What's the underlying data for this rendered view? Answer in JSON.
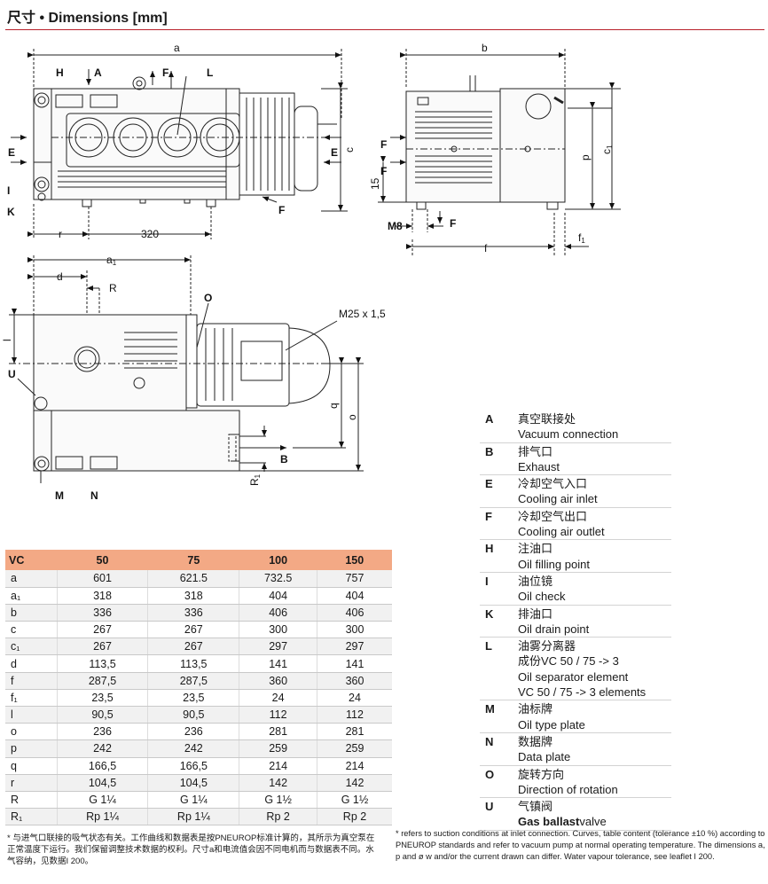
{
  "title": "尺寸 • Dimensions [mm]",
  "drawing_labels": {
    "a": "a",
    "b": "b",
    "c": "c",
    "c1": "c",
    "c1_sub": "1",
    "p": "p",
    "f": "f",
    "f1": "f",
    "f1_sub": "1",
    "r": "r",
    "d320": "320",
    "d15": "15",
    "m8": "M8",
    "a1": "a",
    "a1_sub": "1",
    "d": "d",
    "R": "R",
    "l": "l",
    "q": "q",
    "o": "o",
    "R1": "R",
    "R1_sub": "1",
    "thread": "M25 x 1,5",
    "H": "H",
    "A": "A",
    "F": "F",
    "L": "L",
    "E": "E",
    "I": "I",
    "K": "K",
    "O": "O",
    "U": "U",
    "B": "B",
    "M": "M",
    "N": "N"
  },
  "table": {
    "headers": [
      "VC",
      "50",
      "75",
      "100",
      "150"
    ],
    "rows": [
      [
        "a",
        "601",
        "621.5",
        "732.5",
        "757"
      ],
      [
        "a₁",
        "318",
        "318",
        "404",
        "404"
      ],
      [
        "b",
        "336",
        "336",
        "406",
        "406"
      ],
      [
        "c",
        "267",
        "267",
        "300",
        "300"
      ],
      [
        "c₁",
        "267",
        "267",
        "297",
        "297"
      ],
      [
        "d",
        "113,5",
        "113,5",
        "141",
        "141"
      ],
      [
        "f",
        "287,5",
        "287,5",
        "360",
        "360"
      ],
      [
        "f₁",
        "23,5",
        "23,5",
        "24",
        "24"
      ],
      [
        "l",
        "90,5",
        "90,5",
        "112",
        "112"
      ],
      [
        "o",
        "236",
        "236",
        "281",
        "281"
      ],
      [
        "p",
        "242",
        "242",
        "259",
        "259"
      ],
      [
        "q",
        "166,5",
        "166,5",
        "214",
        "214"
      ],
      [
        "r",
        "104,5",
        "104,5",
        "142",
        "142"
      ],
      [
        "R",
        "G 1¼",
        "G 1¼",
        "G 1½",
        "G 1½"
      ],
      [
        "R₁",
        "Rp 1¼",
        "Rp 1¼",
        "Rp 2",
        "Rp 2"
      ]
    ]
  },
  "legend": [
    {
      "key": "A",
      "cn": "真空联接处",
      "en": [
        "Vacuum connection"
      ]
    },
    {
      "key": "B",
      "cn": "排气口",
      "en": [
        "Exhaust"
      ]
    },
    {
      "key": "E",
      "cn": "冷却空气入口",
      "en": [
        "Cooling air inlet"
      ]
    },
    {
      "key": "F",
      "cn": "冷却空气出口",
      "en": [
        "Cooling air outlet"
      ]
    },
    {
      "key": "H",
      "cn": "注油口",
      "en": [
        "Oil filling point"
      ]
    },
    {
      "key": "I",
      "cn": "油位镜",
      "en": [
        "Oil check"
      ]
    },
    {
      "key": "K",
      "cn": "排油口",
      "en": [
        "Oil drain point"
      ]
    },
    {
      "key": "L",
      "cn": "油雾分离器",
      "en": [
        "成份VC 50 / 75 -> 3",
        "Oil separator element",
        "VC 50 / 75 -> 3 elements"
      ]
    },
    {
      "key": "M",
      "cn": "油标牌",
      "en": [
        "Oil type plate"
      ]
    },
    {
      "key": "N",
      "cn": "数据牌",
      "en": [
        "Data plate"
      ]
    },
    {
      "key": "O",
      "cn": "旋转方向",
      "en": [
        "Direction of rotation"
      ]
    },
    {
      "key": "U",
      "cn": "气镇阀",
      "en_bold": "Gas ballast",
      "en_rest": "valve"
    }
  ],
  "footnote_cn": "* 与进气口联接的吸气状态有关。工作曲线和数据表是按PNEUROP标准计算的，其所示为真空泵在正常温度下运行。我们保留调整技术数据的权利。尺寸a和电流值会因不同电机而与数据表不同。水气容纳，见数据I 200。",
  "footnote_en": "* refers to suction conditions at inlet connection. Curves, table content (tolerance ±10 %) according to PNEUROP standards and refer to vacuum pump at normal operating temperature. The dimensions a, p and ø w and/or the current drawn can differ. Water vapour tolerance, see leaflet I 200."
}
